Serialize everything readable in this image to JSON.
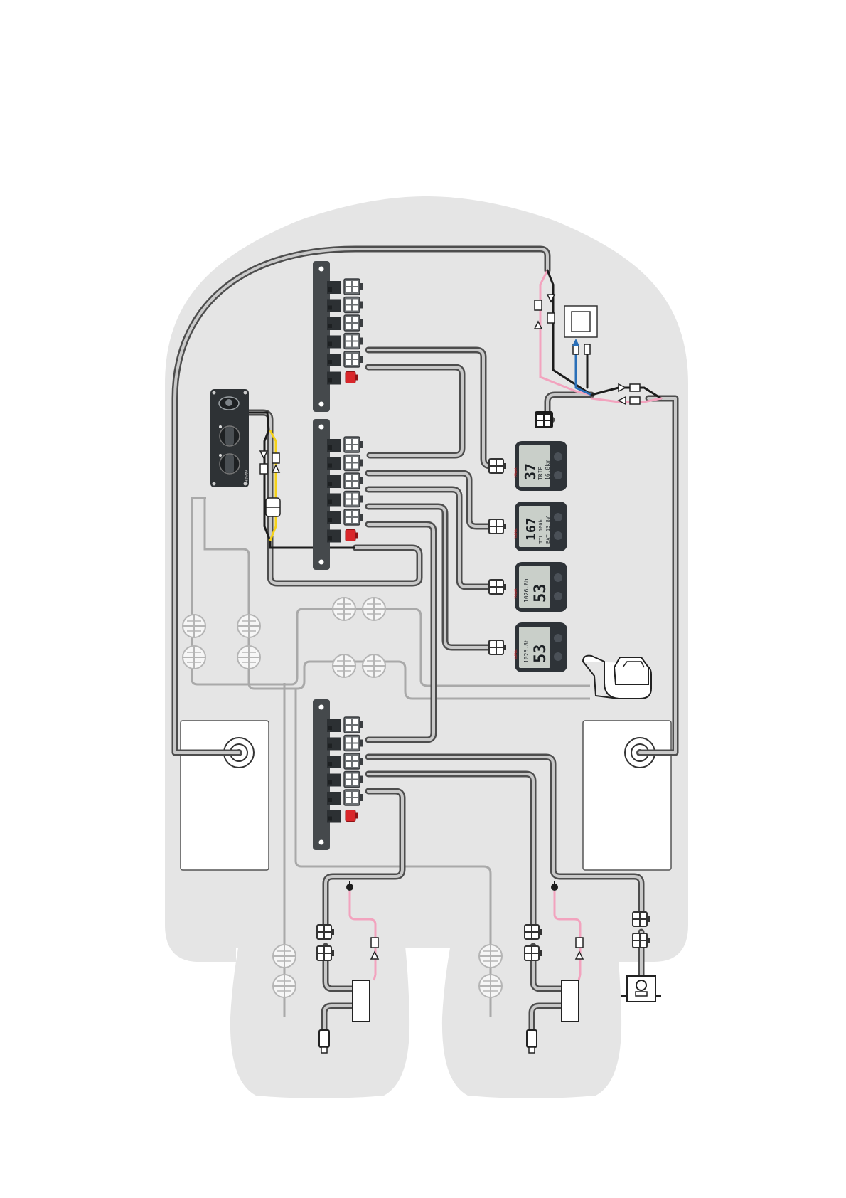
{
  "colors": {
    "hull": "#e5e5e5",
    "cable": "#6a6a6a",
    "cable_light": "#a8a8a8",
    "pink_wire": "#f2a3be",
    "blue_wire": "#2a6fb8",
    "yellow_wire": "#f5d21a",
    "hub_body": "#45494c",
    "cap_red": "#d9262a",
    "gauge_bezel": "#2e3338",
    "gauge_lcd": "#c9cfc9"
  },
  "gauges": [
    {
      "big": "37",
      "line1": "TRIP",
      "line2": "16.8km",
      "brand": "YAMAHA"
    },
    {
      "big": "167",
      "line1": "TTL 100h",
      "line2": "BAT 13.8V",
      "brand": "YAMAHA"
    },
    {
      "big": "53",
      "line1": "1026.8h",
      "line2": "",
      "brand": "YAMAHA"
    },
    {
      "big": "53",
      "line1": "1026.8h",
      "line2": "",
      "brand": "YAMAHA"
    }
  ],
  "switch_panel": {
    "brand": "YAMAHA"
  }
}
